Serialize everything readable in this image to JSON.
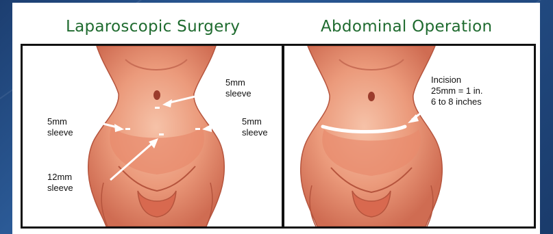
{
  "titles": {
    "left": "Laparoscopic Surgery",
    "right": "Abdominal Operation"
  },
  "labels": {
    "sleeve_upper": "5mm\nsleeve",
    "sleeve_left": "5mm\nsleeve",
    "sleeve_right": "5mm\nsleeve",
    "sleeve_lower": "12mm\nsleeve",
    "incision": "Incision\n25mm = 1 in.\n6 to 8 inches"
  },
  "colors": {
    "title_green": "#1f6b2f",
    "skin_base": "#e88e70",
    "skin_light": "#f4b9a0",
    "skin_dark": "#c4604a",
    "mark": "#ffffff",
    "background_blue": "#244f88"
  }
}
